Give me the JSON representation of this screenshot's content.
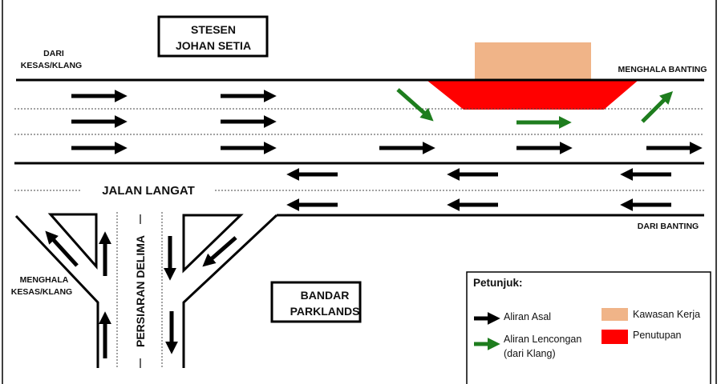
{
  "labels": {
    "station_line1": "STESEN",
    "station_line2": "JOHAN SETIA",
    "from_kesas_line1": "DARI",
    "from_kesas_line2": "KESAS/KLANG",
    "to_banting": "MENGHALA BANTING",
    "road_name": "JALAN LANGAT",
    "from_banting": "DARI BANTING",
    "to_kesas_line1": "MENGHALA",
    "to_kesas_line2": "KESAS/KLANG",
    "side_road": "PERSIARAN DELIMA",
    "area_line1": "BANDAR",
    "area_line2": "PARKLANDS"
  },
  "legend": {
    "title": "Petunjuk:",
    "items": [
      {
        "label": "Aliran Asal",
        "symbol": "arrow",
        "color": "#000000"
      },
      {
        "label_line1": "Aliran Lencongan",
        "label_line2": "(dari Klang)",
        "symbol": "arrow",
        "color": "#1e7d1e"
      },
      {
        "label": "Kawasan Kerja",
        "symbol": "box",
        "color": "#f0b488"
      },
      {
        "label": "Penutupan",
        "symbol": "box",
        "color": "#ff0000"
      }
    ]
  },
  "colors": {
    "original_flow": "#000000",
    "diversion_flow": "#1e7d1e",
    "work_zone": "#f0b488",
    "closure": "#ff0000"
  }
}
